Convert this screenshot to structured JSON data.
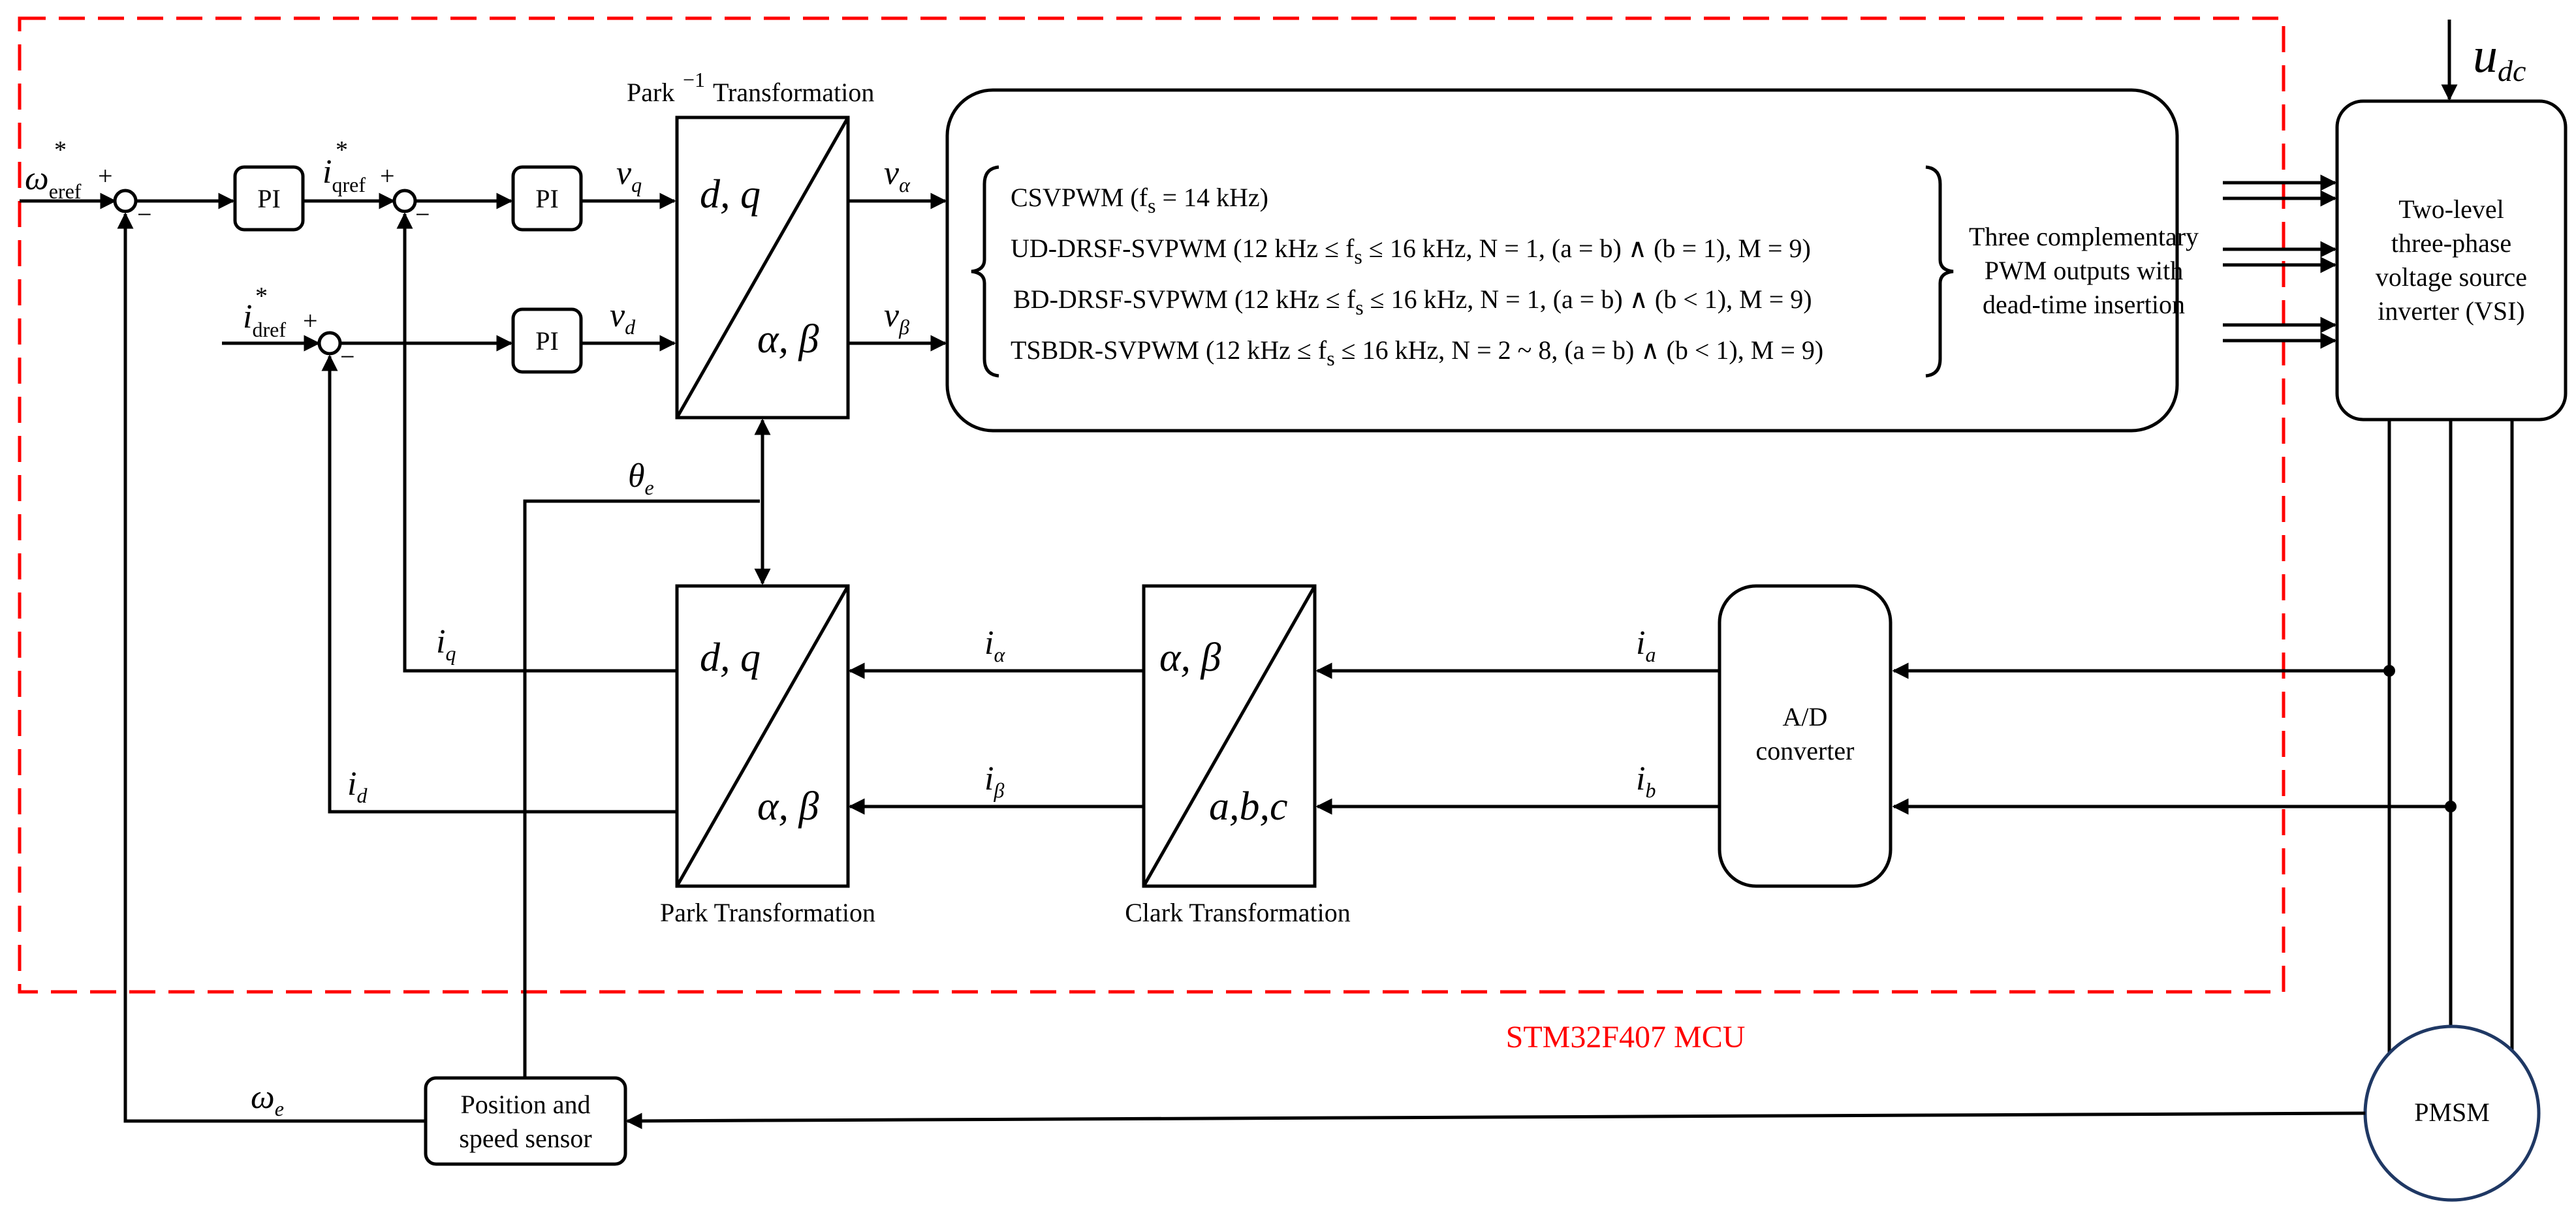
{
  "mcu_label": "STM32F407 MCU",
  "udc": {
    "main": "u",
    "sub": "dc"
  },
  "speed_ref": {
    "main": "ω",
    "sup": "*",
    "sub": "eref",
    "sign": "+"
  },
  "iq_ref": {
    "main": "i",
    "sup": "*",
    "sub": "qref",
    "sign": "+"
  },
  "id_ref": {
    "main": "i",
    "sup": "*",
    "sub": "dref",
    "sign": "+"
  },
  "minus_sign": "−",
  "pi_label": "PI",
  "vq": {
    "main": "v",
    "sub": "q"
  },
  "vd": {
    "main": "v",
    "sub": "d"
  },
  "v_alpha": {
    "main": "v",
    "sub": "α"
  },
  "v_beta": {
    "main": "v",
    "sub": "β"
  },
  "theta_e": {
    "main": "θ",
    "sub": "e"
  },
  "iq": {
    "main": "i",
    "sub": "q"
  },
  "id": {
    "main": "i",
    "sub": "d"
  },
  "i_alpha": {
    "main": "i",
    "sub": "α"
  },
  "i_beta": {
    "main": "i",
    "sub": "β"
  },
  "ia": {
    "main": "i",
    "sub": "a"
  },
  "ib": {
    "main": "i",
    "sub": "b"
  },
  "omega_e": {
    "main": "ω",
    "sub": "e"
  },
  "inv_park": {
    "title_prefix": "Park",
    "title_sup": "−1",
    "title_suffix": "Transformation",
    "top": "d, q",
    "bottom": "α, β"
  },
  "park": {
    "title": "Park Transformation",
    "top": "d, q",
    "bottom": "α, β"
  },
  "clark": {
    "title": "Clark Transformation",
    "top": "α, β",
    "bottom": "a,b,c"
  },
  "pwm": {
    "csvpwm": [
      "CSVPWM (f",
      "s",
      " = 14 kHz)"
    ],
    "ud": [
      "UD-DRSF-SVPWM (12 kHz ≤  f",
      "s",
      " ≤ 16 kHz, N = 1, (a = b) ∧ (b = 1), M = 9)"
    ],
    "bd": [
      "BD-DRSF-SVPWM (12 kHz ≤  f",
      "s",
      " ≤ 16 kHz, N = 1, (a = b) ∧ (b < 1), M = 9)"
    ],
    "tsbdr": [
      "TSBDR-SVPWM (12 kHz ≤  f",
      "s",
      " ≤ 16 kHz, N = 2 ~ 8, (a = b) ∧ (b < 1), M = 9)"
    ]
  },
  "pwm_outputs": [
    "Three complementary",
    "PWM outputs with",
    "dead-time insertion"
  ],
  "inverter": [
    "Two-level",
    "three-phase",
    "voltage source",
    "inverter (VSI)"
  ],
  "adc": [
    "A/D",
    "converter"
  ],
  "sensor": [
    "Position and",
    "speed sensor"
  ],
  "motor": "PMSM"
}
